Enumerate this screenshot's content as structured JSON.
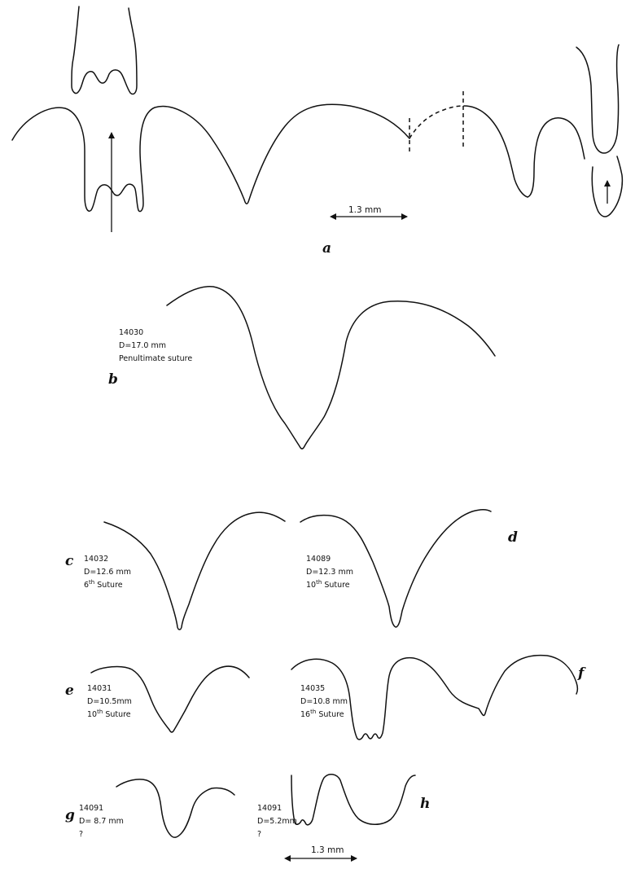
{
  "panels": {
    "a": {
      "label": "a",
      "scale_label": "1.3 mm"
    },
    "b": {
      "label": "b",
      "specimen": "14030",
      "diameter": "D=17.0 mm",
      "suture": "Penultimate suture"
    },
    "c": {
      "label": "c",
      "specimen": "14032",
      "diameter": "D=12.6 mm",
      "suture_num": "6",
      "suture_sup": "th",
      "suture_word": "Suture"
    },
    "d": {
      "label": "d",
      "specimen": "14089",
      "diameter": "D=12.3 mm",
      "suture_num": "10",
      "suture_sup": "th",
      "suture_word": "Suture"
    },
    "e": {
      "label": "e",
      "specimen": "14031",
      "diameter": "D=10.5mm",
      "suture_num": "10",
      "suture_sup": "th",
      "suture_word": "Suture"
    },
    "f": {
      "label": "f",
      "specimen": "14035",
      "diameter": "D=10.8 mm",
      "suture_num": "16",
      "suture_sup": "th",
      "suture_word": "Suture"
    },
    "g": {
      "label": "g",
      "specimen": "14091",
      "diameter": "D= 8.7 mm",
      "note": "?"
    },
    "h": {
      "label": "h",
      "specimen": "14091",
      "diameter": "D=5.2mm",
      "note": "?"
    }
  },
  "bottom_scale_label": "1.3 mm"
}
